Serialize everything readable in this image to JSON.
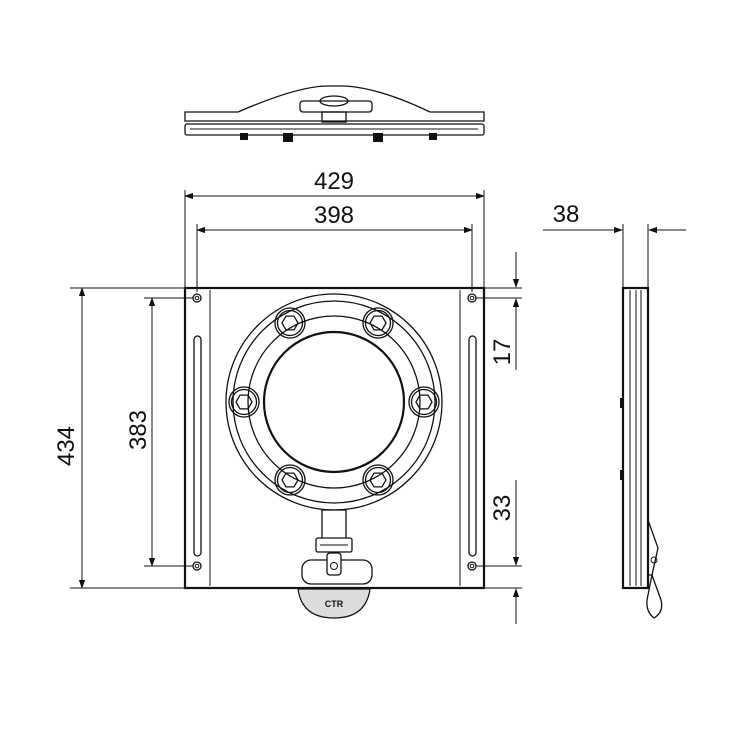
{
  "dimensions": {
    "overall_width": "429",
    "slot_spacing": "398",
    "side_thickness": "38",
    "overall_height": "434",
    "slot_length": "383",
    "top_offset": "17",
    "bottom_offset": "33"
  },
  "logo": "CTR",
  "colors": {
    "line": "#111111",
    "background": "#ffffff",
    "handle_fill": "#dcdcdc"
  }
}
